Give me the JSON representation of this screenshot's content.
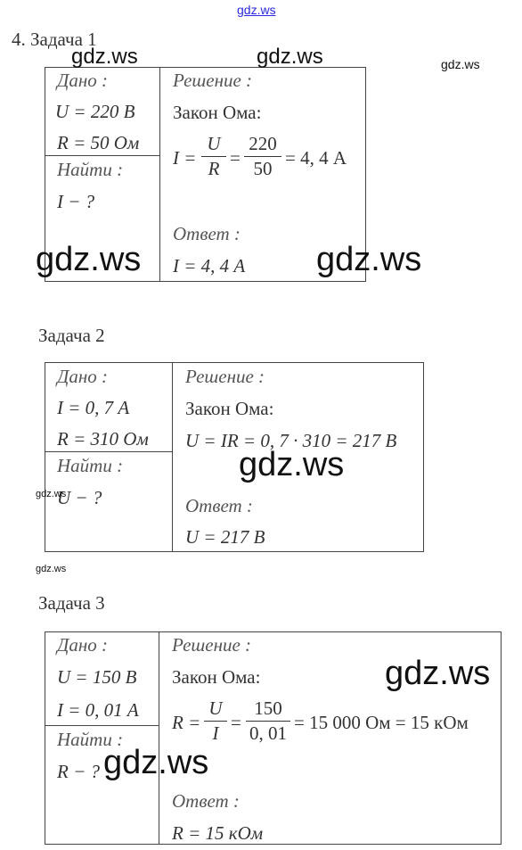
{
  "watermarks": {
    "top": "gdz.ws",
    "t1_left": "gdz.ws",
    "t1_center": "gdz.ws",
    "t1_right_small": "gdz.ws",
    "t1_big_left": "gdz.ws",
    "t1_big_right": "gdz.ws",
    "t2_tiny": "gdz.ws",
    "t2_center": "gdz.ws",
    "t2_bottom_tiny": "gdz.ws",
    "t3_right": "gdz.ws",
    "t3_left": "gdz.ws"
  },
  "task1": {
    "title": "4. Задача 1",
    "given_hdr": "Дано :",
    "given1": "U = 220 В",
    "given2": "R = 50 Ом",
    "find_hdr": "Найти :",
    "find1": "I − ?",
    "sol_hdr": "Решение :",
    "law": "Закон Ома:",
    "eq_lhs": "I =",
    "f1_num": "U",
    "f1_den": "R",
    "eq_mid": "=",
    "f2_num": "220",
    "f2_den": "50",
    "eq_rhs": "= 4, 4 А",
    "ans_hdr": "Ответ :",
    "answer": "I = 4, 4 А"
  },
  "task2": {
    "title": "Задача 2",
    "given_hdr": "Дано :",
    "given1": "I = 0, 7 А",
    "given2": "R = 310 Ом",
    "find_hdr": "Найти :",
    "find1": "U − ?",
    "sol_hdr": "Решение :",
    "law": "Закон Ома:",
    "equation": "U = IR = 0, 7 · 310 = 217 В",
    "ans_hdr": "Ответ :",
    "answer": "U = 217 В"
  },
  "task3": {
    "title": "Задача 3",
    "given_hdr": "Дано :",
    "given1": "U = 150 В",
    "given2": "I = 0, 01 А",
    "find_hdr": "Найти :",
    "find1": "R − ?",
    "sol_hdr": "Решение :",
    "law": "Закон Ома:",
    "eq_lhs": "R =",
    "f1_num": "U",
    "f1_den": "I",
    "eq_mid": "=",
    "f2_num": "150",
    "f2_den": "0, 01",
    "eq_rhs": "= 15 000 Ом = 15 кОм",
    "ans_hdr": "Ответ :",
    "answer": "R = 15 кОм"
  }
}
